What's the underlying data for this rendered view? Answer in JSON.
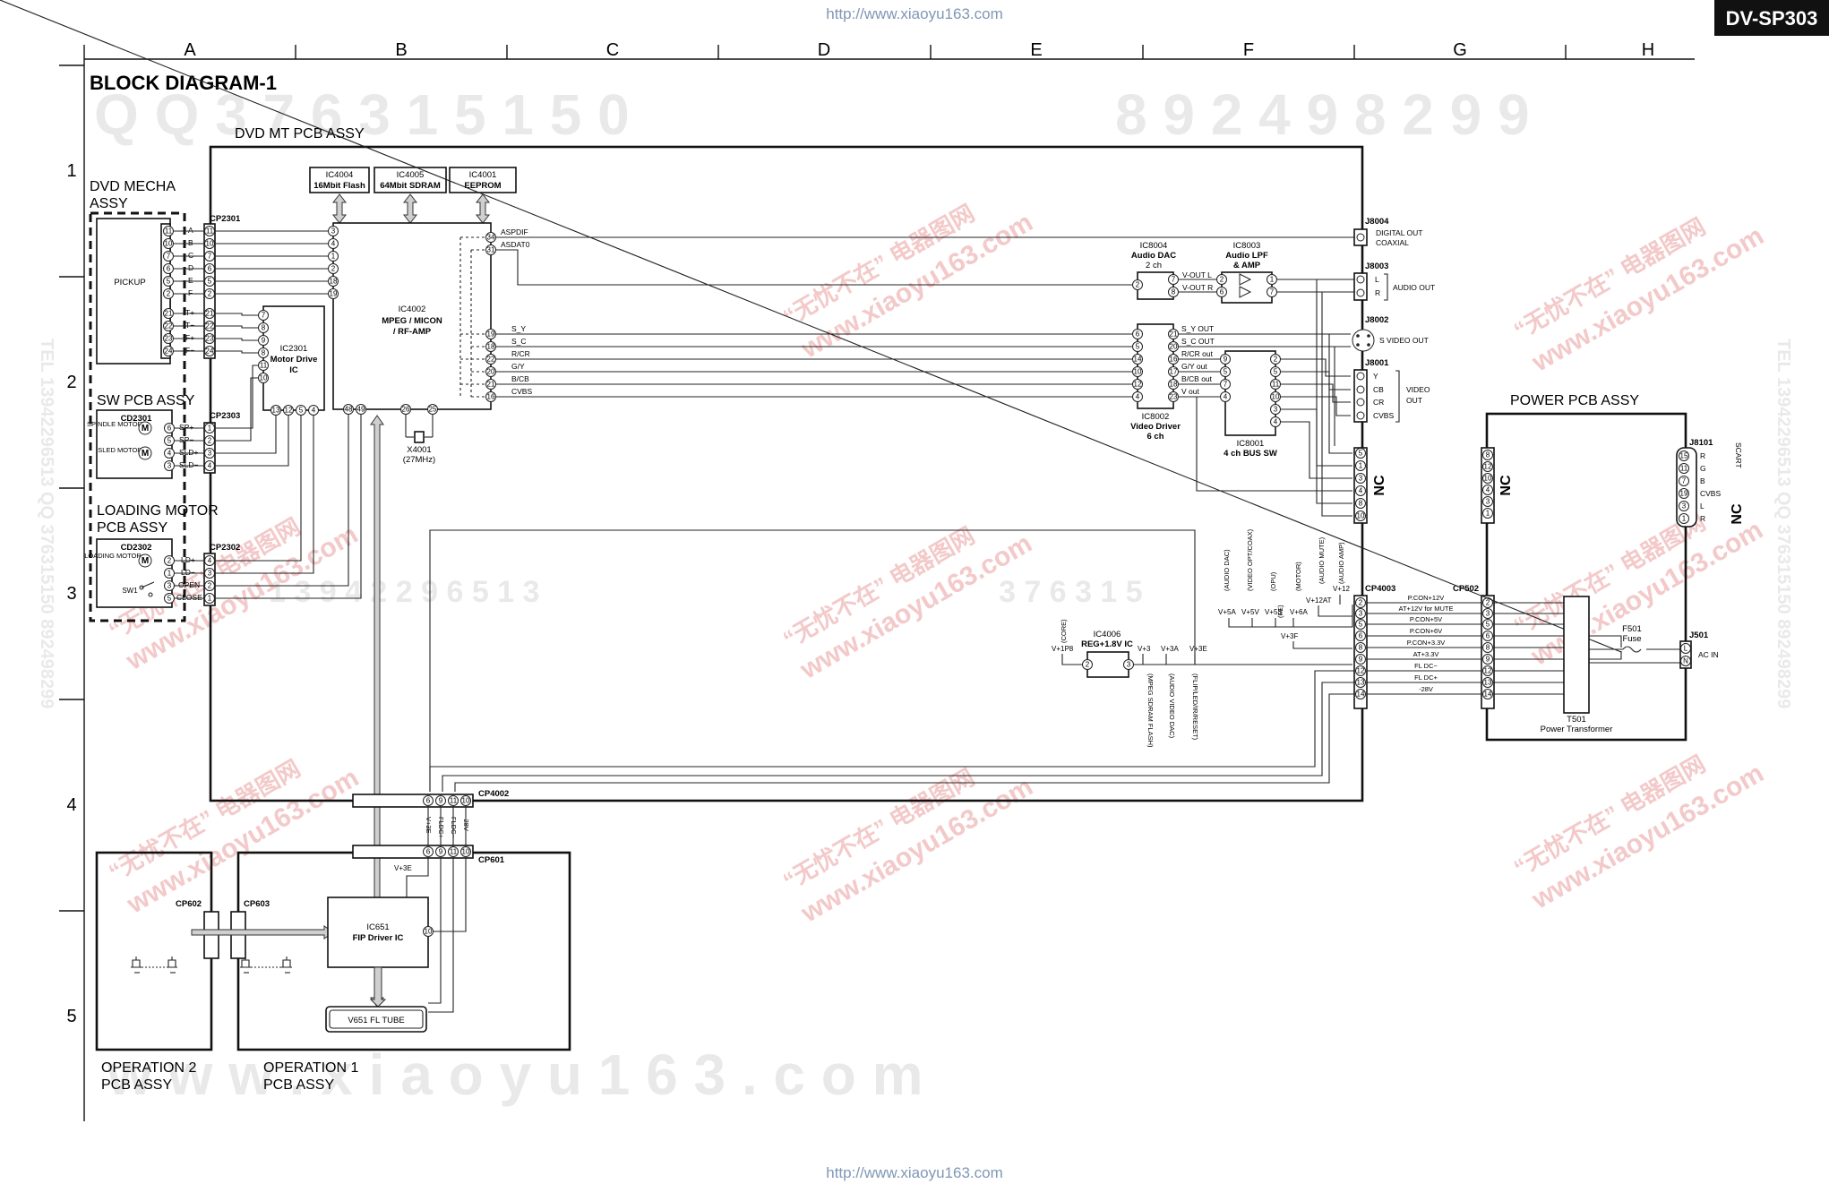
{
  "header": {
    "model": "DV-SP303",
    "url_top": "http://www.xiaoyu163.com",
    "url_bottom": "http://www.xiaoyu163.com"
  },
  "grid": {
    "columns": [
      "A",
      "B",
      "C",
      "D",
      "E",
      "F",
      "G",
      "H"
    ],
    "rows": [
      "1",
      "2",
      "3",
      "4",
      "5"
    ]
  },
  "title": "BLOCK DIAGRAM-1",
  "watermarks": {
    "top_digits": "Q Q 3 7 6 3 1 5 1 5 0",
    "top_digits_right": "8 9 2 4 9 8 2 9 9",
    "mid_digits": "1 3 9 4 2 2 9 6 5 1 3",
    "mid_digits_right": "3 7 6 3 1 5",
    "bottom_url": "w w w . x i a o y u 1 6 3 . c o m",
    "cn_text": "“无忧不在” 电器图网",
    "cn_url": "www.xiaoyu163.com",
    "side_left": "TEL 13942296513 QQ 376315150 892498299",
    "side_right": "TEL 13942296513 QQ 376315150 892498299"
  },
  "assemblies": {
    "dvd_mt": "DVD MT PCB ASSY",
    "dvd_mecha": "DVD MECHA ASSY",
    "sw_pcb": "SW PCB ASSY",
    "loading_motor": "LOADING MOTOR PCB ASSY",
    "power_pcb": "POWER PCB ASSY",
    "operation2": "OPERATION 2 PCB ASSY",
    "operation1": "OPERATION 1 PCB ASSY"
  },
  "ics": {
    "ic4004": {
      "ref": "IC4004",
      "name": "16Mbit Flash"
    },
    "ic4005": {
      "ref": "IC4005",
      "name": "64Mbit SDRAM"
    },
    "ic4001": {
      "ref": "IC4001",
      "name": "EEPROM"
    },
    "ic4002": {
      "ref": "IC4002",
      "name": "MPEG / MICON / RF-AMP"
    },
    "ic2301": {
      "ref": "IC2301",
      "name": "Motor Drive IC"
    },
    "ic8004": {
      "ref": "IC8004",
      "name": "Audio DAC",
      "sub": "2 ch"
    },
    "ic8003": {
      "ref": "IC8003",
      "name": "Audio LPF & AMP"
    },
    "ic8002": {
      "ref": "IC8002",
      "name": "Video Driver",
      "sub": "6 ch"
    },
    "ic8001": {
      "ref": "IC8001",
      "name": "4 ch BUS SW"
    },
    "ic4006": {
      "ref": "IC4006",
      "name": "REG+1.8V IC"
    },
    "ic651": {
      "ref": "IC651",
      "name": "FIP Driver IC"
    },
    "x4001": {
      "ref": "X4001",
      "name": "(27MHz)"
    },
    "v651": "V651  FL TUBE",
    "t501": {
      "ref": "T501",
      "name": "Power Transformer"
    },
    "f501": {
      "ref": "F501",
      "name": "Fuse"
    }
  },
  "connectors": {
    "cp2301": "CP2301",
    "cp2303": "CP2303",
    "cp2302": "CP2302",
    "cd2301": "CD2301",
    "cd2302": "CD2302",
    "cp4003": "CP4003",
    "cp502": "CP502",
    "cp4002": "CP4002",
    "cp601": "CP601",
    "cp602": "CP602",
    "cp603": "CP603",
    "j8004": "J8004",
    "j8003": "J8003",
    "j8002": "J8002",
    "j8001": "J8001",
    "j8101": "J8101",
    "j501": "J501"
  },
  "outputs": {
    "digital_out": "DIGITAL OUT",
    "coaxial": "COAXIAL",
    "audio_out": "AUDIO OUT",
    "s_video_out": "S VIDEO OUT",
    "video_out": "VIDEO OUT",
    "scart": "SCART",
    "ac_in": "AC IN",
    "nc": "NC"
  },
  "labels": {
    "pickup": "PICKUP",
    "spindle_motor": "SPINDLE MOTOR",
    "sled_motor": "SLED MOTOR",
    "loading_motor": "LOADING MOTOR",
    "sw1": "SW1",
    "m": "M"
  },
  "pickup_signals": [
    "A",
    "B",
    "C",
    "D",
    "E",
    "F",
    "T+",
    "T−",
    "F+",
    "F−"
  ],
  "motor_signals": [
    "SP+",
    "SP−",
    "SLD+",
    "SLD−"
  ],
  "loading_signals": [
    "LD+",
    "LD−",
    "OPEN",
    "CLOSE"
  ],
  "ic4002_signals": [
    "ASPDIF",
    "ASDAT0",
    "S_Y",
    "S_C",
    "R/CR",
    "G/Y",
    "B/CB",
    "CVBS"
  ],
  "video_signals": [
    "S_Y OUT",
    "S_C OUT",
    "R/CR out",
    "G/Y out",
    "B/CB out",
    "V out"
  ],
  "audio_signals": [
    "V-OUT L",
    "V-OUT R"
  ],
  "j8003_pins": [
    "L",
    "R"
  ],
  "j8001_pins": [
    "Y",
    "CB",
    "CR",
    "CVBS"
  ],
  "j8101_pins": [
    "R",
    "G",
    "B",
    "CVBS",
    "L",
    "R"
  ],
  "power_lines": [
    "P.CON+12V",
    "AT+12V for MUTE",
    "P.CON+5V",
    "P.CON+6V",
    "P.CON+3.3V",
    "AT+3.3V",
    "FL DC−",
    "FL DC+",
    "-28V"
  ],
  "voltage_labels": {
    "v5a": "V+5A",
    "v5v": "V+5V",
    "v5s": "V+5S",
    "v6a": "V+6A",
    "v12at": "V+12AT",
    "v12": "V+12",
    "v3f": "V+3F",
    "v1p8": "V+1P8",
    "v3": "V+3",
    "v3a": "V+3A",
    "v3e": "V+3E",
    "v3e_b": "V+3E"
  },
  "voltage_roles": {
    "audio_dac": "(AUDIO DAC)",
    "video_opt": "(VIDEO OPT/COAX)",
    "opu": "(OPU)",
    "fe": "(FE)",
    "motor": "(MOTOR)",
    "audio_mute": "(AUDIO MUTE)",
    "audio_amp": "(AUDIO AMP)",
    "core": "(CORE)",
    "mpeg_sdram": "(MPEG SDRAM FLASH)",
    "audio_video_dac": "(AUDIO VIDEO DAC)",
    "flip": "(FLIP/LED/IR/RESET)"
  },
  "cp4002_signals": [
    "V+3E",
    "FLDC+",
    "FLDC−",
    "-28V"
  ]
}
